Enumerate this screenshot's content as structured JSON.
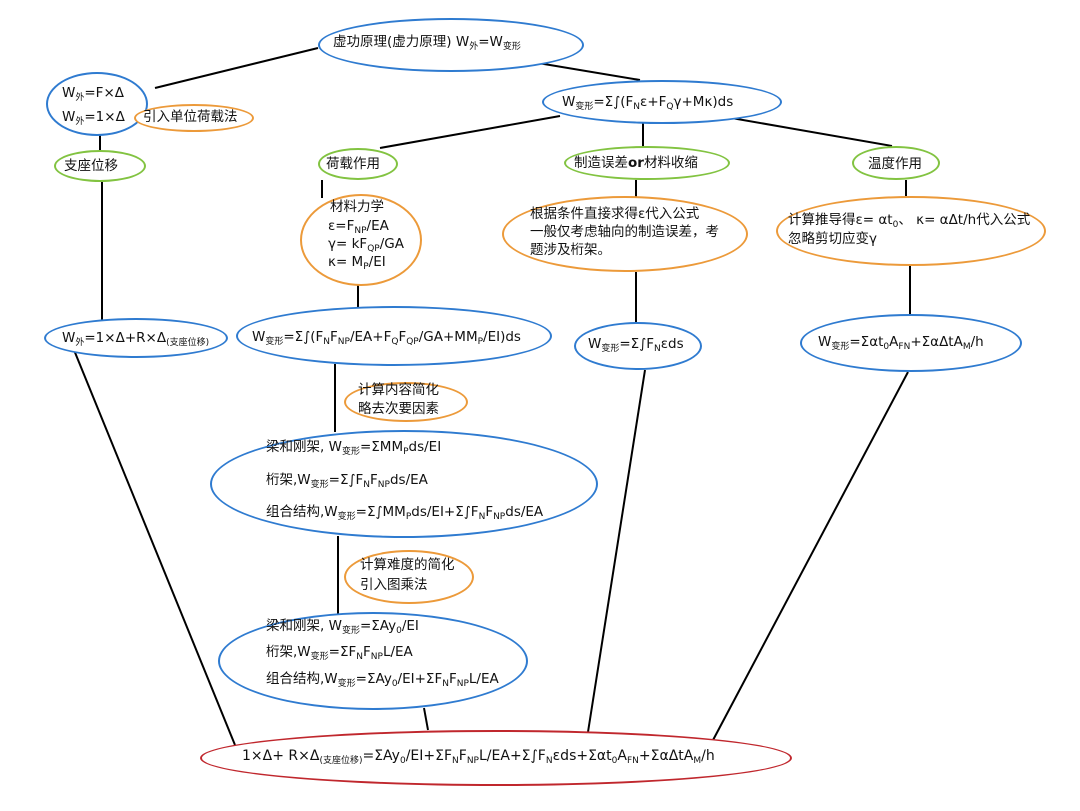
{
  "nodes": {
    "root": {
      "pre": "虚功原理(虚力原理)  W",
      "s1": "外",
      "mid": "=W",
      "s2": "变形"
    },
    "w_ext1": {
      "pre": "W",
      "s1": "外",
      "post": "=F×Δ"
    },
    "w_ext2": {
      "pre": "W",
      "s1": "外",
      "post": "=1×Δ"
    },
    "unit_load": "引入单位荷载法",
    "support": "支座位移",
    "w_def_general": {
      "pre": "W",
      "s1": "变形",
      "a": "=Σ∫(F",
      "s2": "N",
      "b": "ε+F",
      "s3": "Q",
      "c": "γ+Mκ)ds"
    },
    "load_action": "荷载作用",
    "manufacture": {
      "pre": "制造误差",
      "bold": "or",
      "post": "材料收缩"
    },
    "temperature": "温度作用",
    "mech_title": "材料力学",
    "mech_eps": {
      "pre": "ε=F",
      "s1": "NP",
      "post": "/EA"
    },
    "mech_gamma": {
      "pre": "γ= kF",
      "s1": "QP",
      "post": "/GA"
    },
    "mech_kappa": {
      "pre": "κ= M",
      "s1": "P",
      "post": "/EI"
    },
    "manu_line1": "根据条件直接求得ε代入公式",
    "manu_line2": "一般仅考虑轴向的制造误差，考",
    "manu_line3": "题涉及桁架。",
    "temp_line1": {
      "pre": "计算推导得ε= αt",
      "s1": "0",
      "post": "、 κ= αΔt/h代入公式"
    },
    "temp_line2": "忽略剪切应变γ",
    "w_ext_support": {
      "pre": "W",
      "s1": "外",
      "a": "=1×Δ+R×Δ",
      "s2": "(支座位移)"
    },
    "w_def_load": {
      "pre": "W",
      "s1": "变形",
      "a": "=Σ∫(F",
      "s2": "N",
      "b": "F",
      "s3": "NP",
      "c": "/EA+F",
      "s4": "Q",
      "d": "F",
      "s5": "QP",
      "e": "/GA+MM",
      "s6": "P",
      "f": "/EI)ds"
    },
    "w_def_manu": {
      "pre": "W",
      "s1": "变形",
      "post": "=Σ∫F",
      "s2": "N",
      "end": "εds"
    },
    "w_def_temp": {
      "pre": "W",
      "s1": "变形",
      "a": "=Σαt",
      "s2": "0",
      "b": "A",
      "s3": "FN",
      "c": "+ΣαΔtA",
      "s4": "M",
      "d": "/h"
    },
    "simplify1_line1": "计算内容简化",
    "simplify1_line2": "略去次要因素",
    "int_beam": {
      "pre": "梁和刚架,  W",
      "s1": "变形",
      "post": "=ΣMM",
      "s2": "P",
      "end": "ds/EI"
    },
    "int_truss": {
      "pre": "桁架,W",
      "s1": "变形",
      "a": "=Σ∫F",
      "s2": "N",
      "b": "F",
      "s3": "NP",
      "c": "ds/EA"
    },
    "int_combo": {
      "pre": "组合结构,W",
      "s1": "变形",
      "a": "=Σ∫MM",
      "s2": "P",
      "b": "ds/EI+Σ∫F",
      "s3": "N",
      "c": "F",
      "s4": "NP",
      "d": "ds/EA"
    },
    "simplify2_line1": "计算难度的简化",
    "simplify2_line2": "引入图乘法",
    "graph_beam": {
      "pre": "梁和刚架,  W",
      "s1": "变形",
      "a": "=ΣAy",
      "s2": "0",
      "b": "/EI"
    },
    "graph_truss": {
      "pre": "桁架,W",
      "s1": "变形",
      "a": "=ΣF",
      "s2": "N",
      "b": "F",
      "s3": "NP",
      "c": "L/EA"
    },
    "graph_combo": {
      "pre": "组合结构,W",
      "s1": "变形",
      "a": "=ΣAy",
      "s2": "0",
      "b": "/EI+ΣF",
      "s3": "N",
      "c": "F",
      "s4": "NP",
      "d": "L/EA"
    },
    "final": {
      "a": "1×Δ+ R×Δ",
      "s1": "(支座位移)",
      "b": "=ΣAy",
      "s2": "0",
      "c": "/EI+ΣF",
      "s3": "N",
      "d": "F",
      "s4": "NP",
      "e": "L/EA+Σ∫F",
      "s5": "N",
      "f": "εds+Σαt",
      "s6": "0",
      "g": "A",
      "s7": "FN",
      "h": "+ΣαΔtA",
      "s8": "M",
      "i": "/h"
    }
  },
  "colors": {
    "blue": "#2f7bd0",
    "orange": "#ec9a3a",
    "green": "#82c341",
    "red": "#c0272d",
    "line": "#000000"
  }
}
